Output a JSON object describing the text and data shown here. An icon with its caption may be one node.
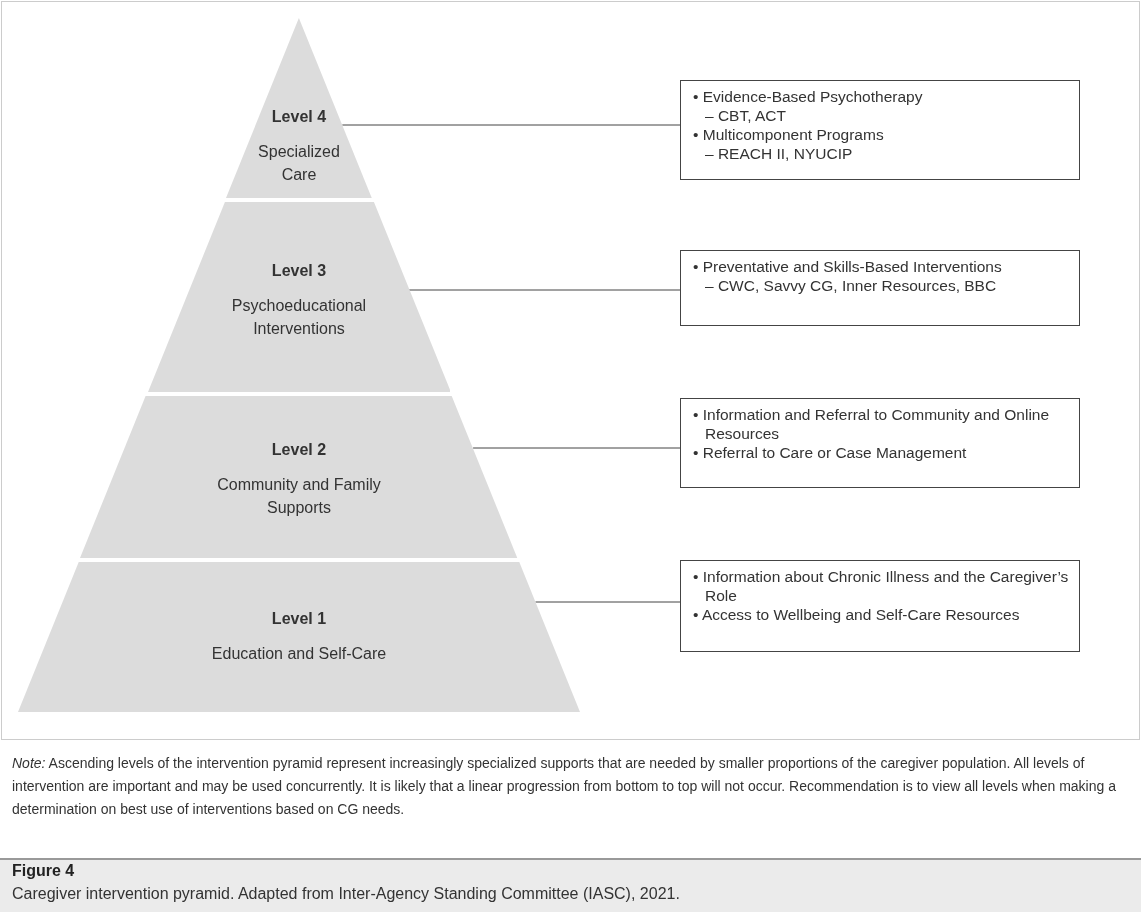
{
  "diagram": {
    "caption": "Caregiver intervention pyramid. Adapted from Inter-Agency Standing Committee (IASC), 2021.",
    "nodes": [
      {
        "text": [
          "Level 4",
          "Specialized Care"
        ]
      },
      {
        "text": [
          "Level 3",
          "Psychoeducational Interventions"
        ]
      },
      {
        "text": [
          "Level 2",
          "Community and Family Supports"
        ]
      },
      {
        "text": [
          "Level 1",
          "Education and Self-Care"
        ]
      },
      {
        "text": [
          "• Evidence-Based Psychotherapy",
          "– CBT, ACT",
          "• Multicomponent Programs",
          "– REACH II, NYUCIP"
        ]
      },
      {
        "text": [
          "• Preventative and Skills-Based Interventions",
          "– CWC, Savvy CG, Inner Resources, BBC"
        ]
      },
      {
        "text": [
          "• Information and Referral to Community and Online Resources",
          "• Referral to Care or Case Management"
        ]
      },
      {
        "text": [
          "• Information about Chronic Illness and the Caregiver’s Role",
          "• Access to Wellbeing and Self-Care Resources"
        ]
      }
    ],
    "edges": [
      {
        "from": 0,
        "to": 4,
        "arrow": "none"
      },
      {
        "from": 1,
        "to": 5,
        "arrow": "none"
      },
      {
        "from": 2,
        "to": 6,
        "arrow": "none"
      },
      {
        "from": 3,
        "to": 7,
        "arrow": "none"
      }
    ],
    "labels": [
      "*Note:* Ascending levels of the intervention pyramid represent increasingly specialized supports that are needed by smaller proportions of the caregiver population. All levels of intervention are important and may be used concurrently. It is likely that a linear progression from bottom to top will not occur. Recommendation is to view all levels when making a determination on best use of interventions based on CG needs.",
      "Figure 4"
    ]
  }
}
